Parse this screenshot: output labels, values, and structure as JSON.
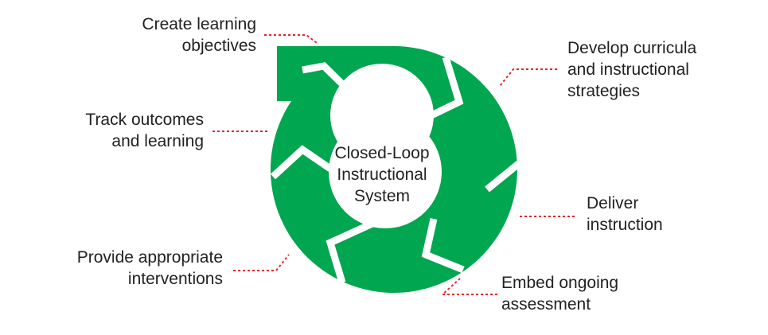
{
  "center": {
    "line1": "Closed-Loop",
    "line2": "Instructional",
    "line3": "System"
  },
  "steps": [
    {
      "line1": "Create learning",
      "line2": "objectives"
    },
    {
      "line1": "Develop curricula",
      "line2": "and instructional",
      "line3": "strategies"
    },
    {
      "line1": "Deliver",
      "line2": "instruction"
    },
    {
      "line1": "Embed ongoing",
      "line2": "assessment"
    },
    {
      "line1": "Provide appropriate",
      "line2": "interventions"
    },
    {
      "line1": "Track outcomes",
      "line2": "and learning"
    }
  ],
  "colors": {
    "ring": "#00a650",
    "separator": "#ffffff",
    "leader": "#e8232a",
    "text": "#222222"
  }
}
